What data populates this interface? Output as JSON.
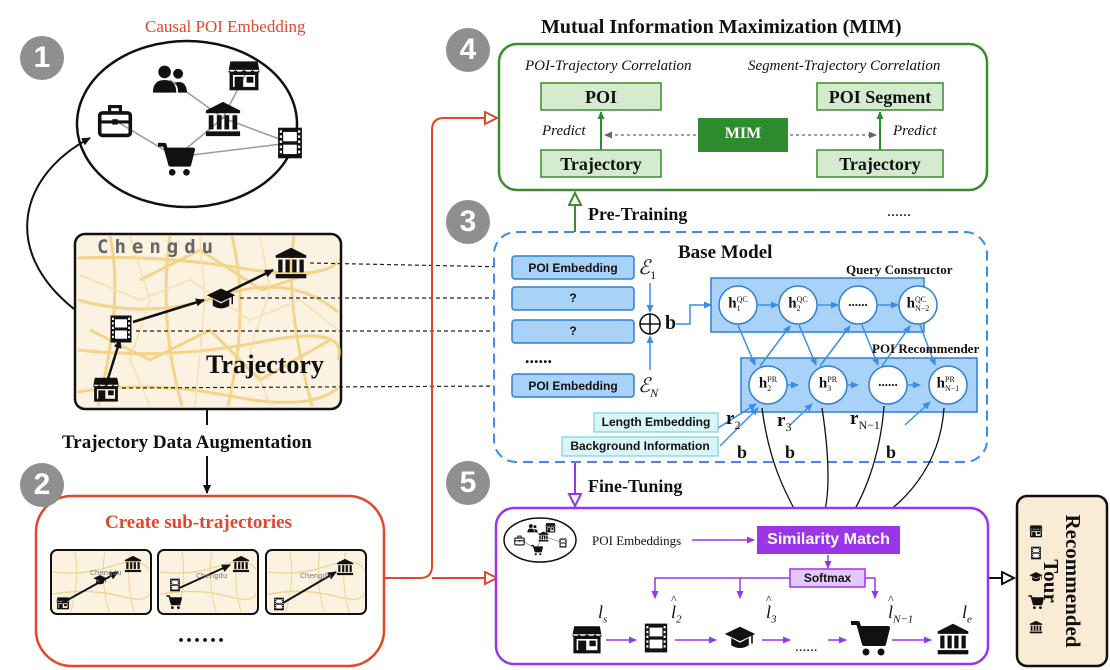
{
  "steps": {
    "s1": "1",
    "s2": "2",
    "s3": "3",
    "s4": "4",
    "s5": "5"
  },
  "causal": {
    "title": "Causal POI Embedding"
  },
  "map": {
    "city": "Chengdu",
    "label": "Trajectory"
  },
  "augmentation": {
    "label": "Trajectory Data Augmentation"
  },
  "subtraj": {
    "title": "Create sub-trajectories",
    "more": "......",
    "mini_city": "Chengdu"
  },
  "mim": {
    "title": "Mutual Information Maximization (MIM)",
    "left_caption": "POI-Trajectory Correlation",
    "right_caption": "Segment-Trajectory Correlation",
    "poi": "POI",
    "poi_segment": "POI Segment",
    "trajectory": "Trajectory",
    "center": "MIM",
    "predict": "Predict"
  },
  "pretraining": {
    "label": "Pre-Training",
    "more": "......"
  },
  "base": {
    "title": "Base Model",
    "poi_embedding": "POI Embedding",
    "unknown": "?",
    "dots": "......",
    "query_constructor": "Query Constructor",
    "poi_recommender": "POI Recommender",
    "length_embedding": "Length Embedding",
    "background_info": "Background Information",
    "eps1": "ℰ",
    "eps1_sub": "1",
    "epsN": "ℰ",
    "epsN_sub": "N",
    "oplus": "⊕",
    "b": "b",
    "qc_nodes": [
      {
        "main": "h",
        "sup": "QC",
        "sub": "1"
      },
      {
        "main": "h",
        "sup": "QC",
        "sub": "2"
      },
      {
        "main": "......",
        "sup": "",
        "sub": ""
      },
      {
        "main": "h",
        "sup": "QC",
        "sub": "N−2"
      }
    ],
    "pr_nodes": [
      {
        "main": "h",
        "sup": "PR",
        "sub": "2"
      },
      {
        "main": "h",
        "sup": "PR",
        "sub": "3"
      },
      {
        "main": "......",
        "sup": "",
        "sub": ""
      },
      {
        "main": "h",
        "sup": "PR",
        "sub": "N−1"
      }
    ],
    "r_labels": [
      {
        "main": "r",
        "sub": "2"
      },
      {
        "main": "r",
        "sub": "3"
      },
      {
        "main": "r",
        "sub": "N−1"
      }
    ]
  },
  "finetuning": {
    "label": "Fine-Tuning",
    "poi_embeddings": "POI Embeddings",
    "similarity": "Similarity Match",
    "softmax": "Softmax",
    "dots": "......",
    "outputs": [
      {
        "main": "l",
        "sub": "s",
        "hat": false
      },
      {
        "main": "l",
        "sub": "2",
        "hat": true
      },
      {
        "main": "l",
        "sub": "3",
        "hat": true
      },
      {
        "main": "l",
        "sub": "N−1",
        "hat": true
      },
      {
        "main": "l",
        "sub": "e",
        "hat": false
      }
    ]
  },
  "tour": {
    "label": "Recommended Tour"
  },
  "colors": {
    "red": "#e0482c",
    "green": "#3c8c2c",
    "green_fill": "#d5ebcf",
    "green_dark": "#2e8b2e",
    "blue": "#3a8ee6",
    "blue_fill": "#9cc9f5",
    "purple": "#9a35e8",
    "purple_light": "#e3c8fb",
    "cyan_fill": "#d9f6fb",
    "cream": "#faebd5"
  },
  "icons": [
    "store-icon",
    "film-icon",
    "graduation-cap-icon",
    "bank-icon",
    "cart-icon",
    "briefcase-icon",
    "people-icon"
  ]
}
